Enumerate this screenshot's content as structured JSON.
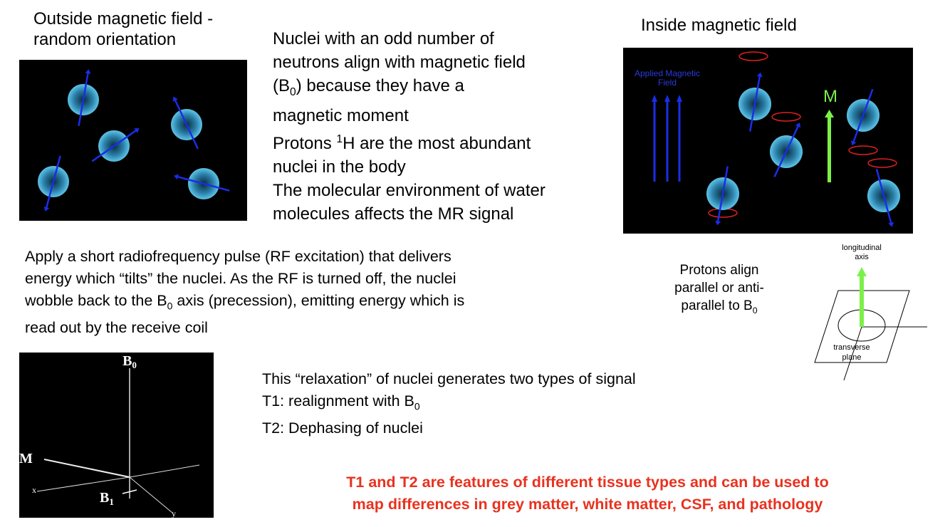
{
  "left_heading": [
    "Outside magnetic field -",
    "random orientation"
  ],
  "right_heading": "Inside magnetic field",
  "center_text": [
    "Nuclei with an odd number of",
    "neutrons align with magnetic field",
    "(B",
    "0",
    ") because they have a",
    "magnetic moment",
    "Protons ",
    "1",
    "H are the most abundant",
    "nuclei in the body",
    "The molecular environment of water",
    "molecules affects the MR signal"
  ],
  "inside_figure": {
    "applied_label": [
      "Applied Magnetic",
      "Field"
    ],
    "m_label": "M"
  },
  "rf_paragraph": [
    "Apply a short radiofrequency pulse (RF excitation) that delivers",
    "energy which “tilts” the nuclei. As the RF is turned off, the nuclei",
    "wobble back to the B",
    "0",
    " axis (precession), emitting energy which is",
    "read out by the receive coil"
  ],
  "protons_align": [
    "Protons align",
    "parallel or anti-",
    "parallel to B",
    "0"
  ],
  "axis_figure": {
    "longitudinal": [
      "longitudinal",
      "axis"
    ],
    "transverse": [
      "transverse",
      "plane"
    ]
  },
  "precession_figure": {
    "b0": "B",
    "b0_sub": "0",
    "m": "M",
    "b1": "B",
    "b1_sub": "1",
    "x": "x",
    "y": "y"
  },
  "relaxation": [
    "This “relaxation” of nuclei generates two types of signal",
    "T1: realignment with B",
    "0",
    "T2: Dephasing of nuclei"
  ],
  "conclusion": [
    "T1 and T2 are features of different tissue types and can be used to",
    "map differences in grey matter, white matter, CSF, and pathology"
  ],
  "colors": {
    "accent_red": "#e8321f",
    "arrow_blue": "#1a2ee8",
    "sphere": "#5fc4e8",
    "m_green": "#7cf04a"
  }
}
